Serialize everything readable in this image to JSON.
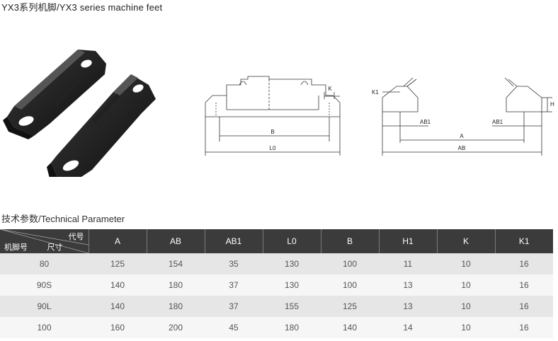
{
  "title": "YX3系列机脚/YX3 series machine feet",
  "section_title": "技术参数/Technical Parameter",
  "drawing_labels": {
    "side": {
      "K": "K",
      "B": "B",
      "L0": "L0"
    },
    "end": {
      "K1": "K1",
      "H": "H",
      "AB1_left": "AB1",
      "AB1_right": "AB1",
      "A": "A",
      "AB": "AB"
    }
  },
  "table": {
    "corner": {
      "top": "代号",
      "mid": "尺寸",
      "left": "机脚号"
    },
    "headers": [
      "A",
      "AB",
      "AB1",
      "L0",
      "B",
      "H1",
      "K",
      "K1"
    ],
    "rows": [
      [
        "80",
        "125",
        "154",
        "35",
        "130",
        "100",
        "11",
        "10",
        "16"
      ],
      [
        "90S",
        "140",
        "180",
        "37",
        "130",
        "100",
        "13",
        "10",
        "16"
      ],
      [
        "90L",
        "140",
        "180",
        "37",
        "155",
        "125",
        "13",
        "10",
        "16"
      ],
      [
        "100",
        "160",
        "200",
        "45",
        "180",
        "140",
        "14",
        "10",
        "16"
      ]
    ]
  }
}
